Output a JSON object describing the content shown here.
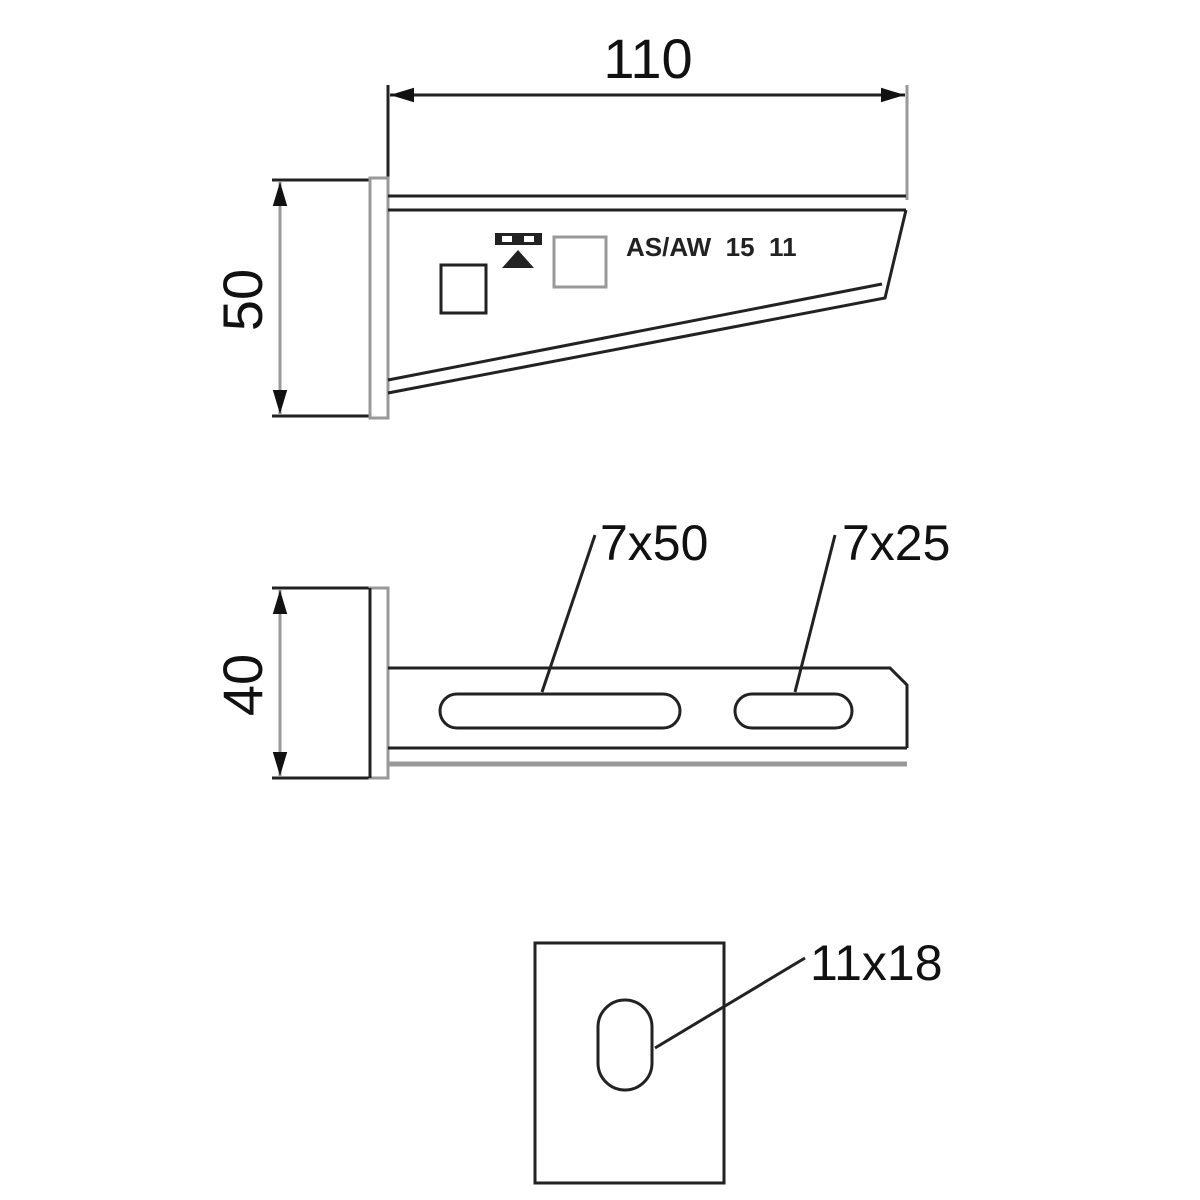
{
  "top_view": {
    "width_dimension": "110",
    "height_dimension": "50",
    "marking_text": "AS/AW  15  11"
  },
  "side_view": {
    "height_dimension": "40",
    "slot_long_label": "7x50",
    "slot_short_label": "7x25"
  },
  "plate_view": {
    "hole_label": "11x18"
  }
}
